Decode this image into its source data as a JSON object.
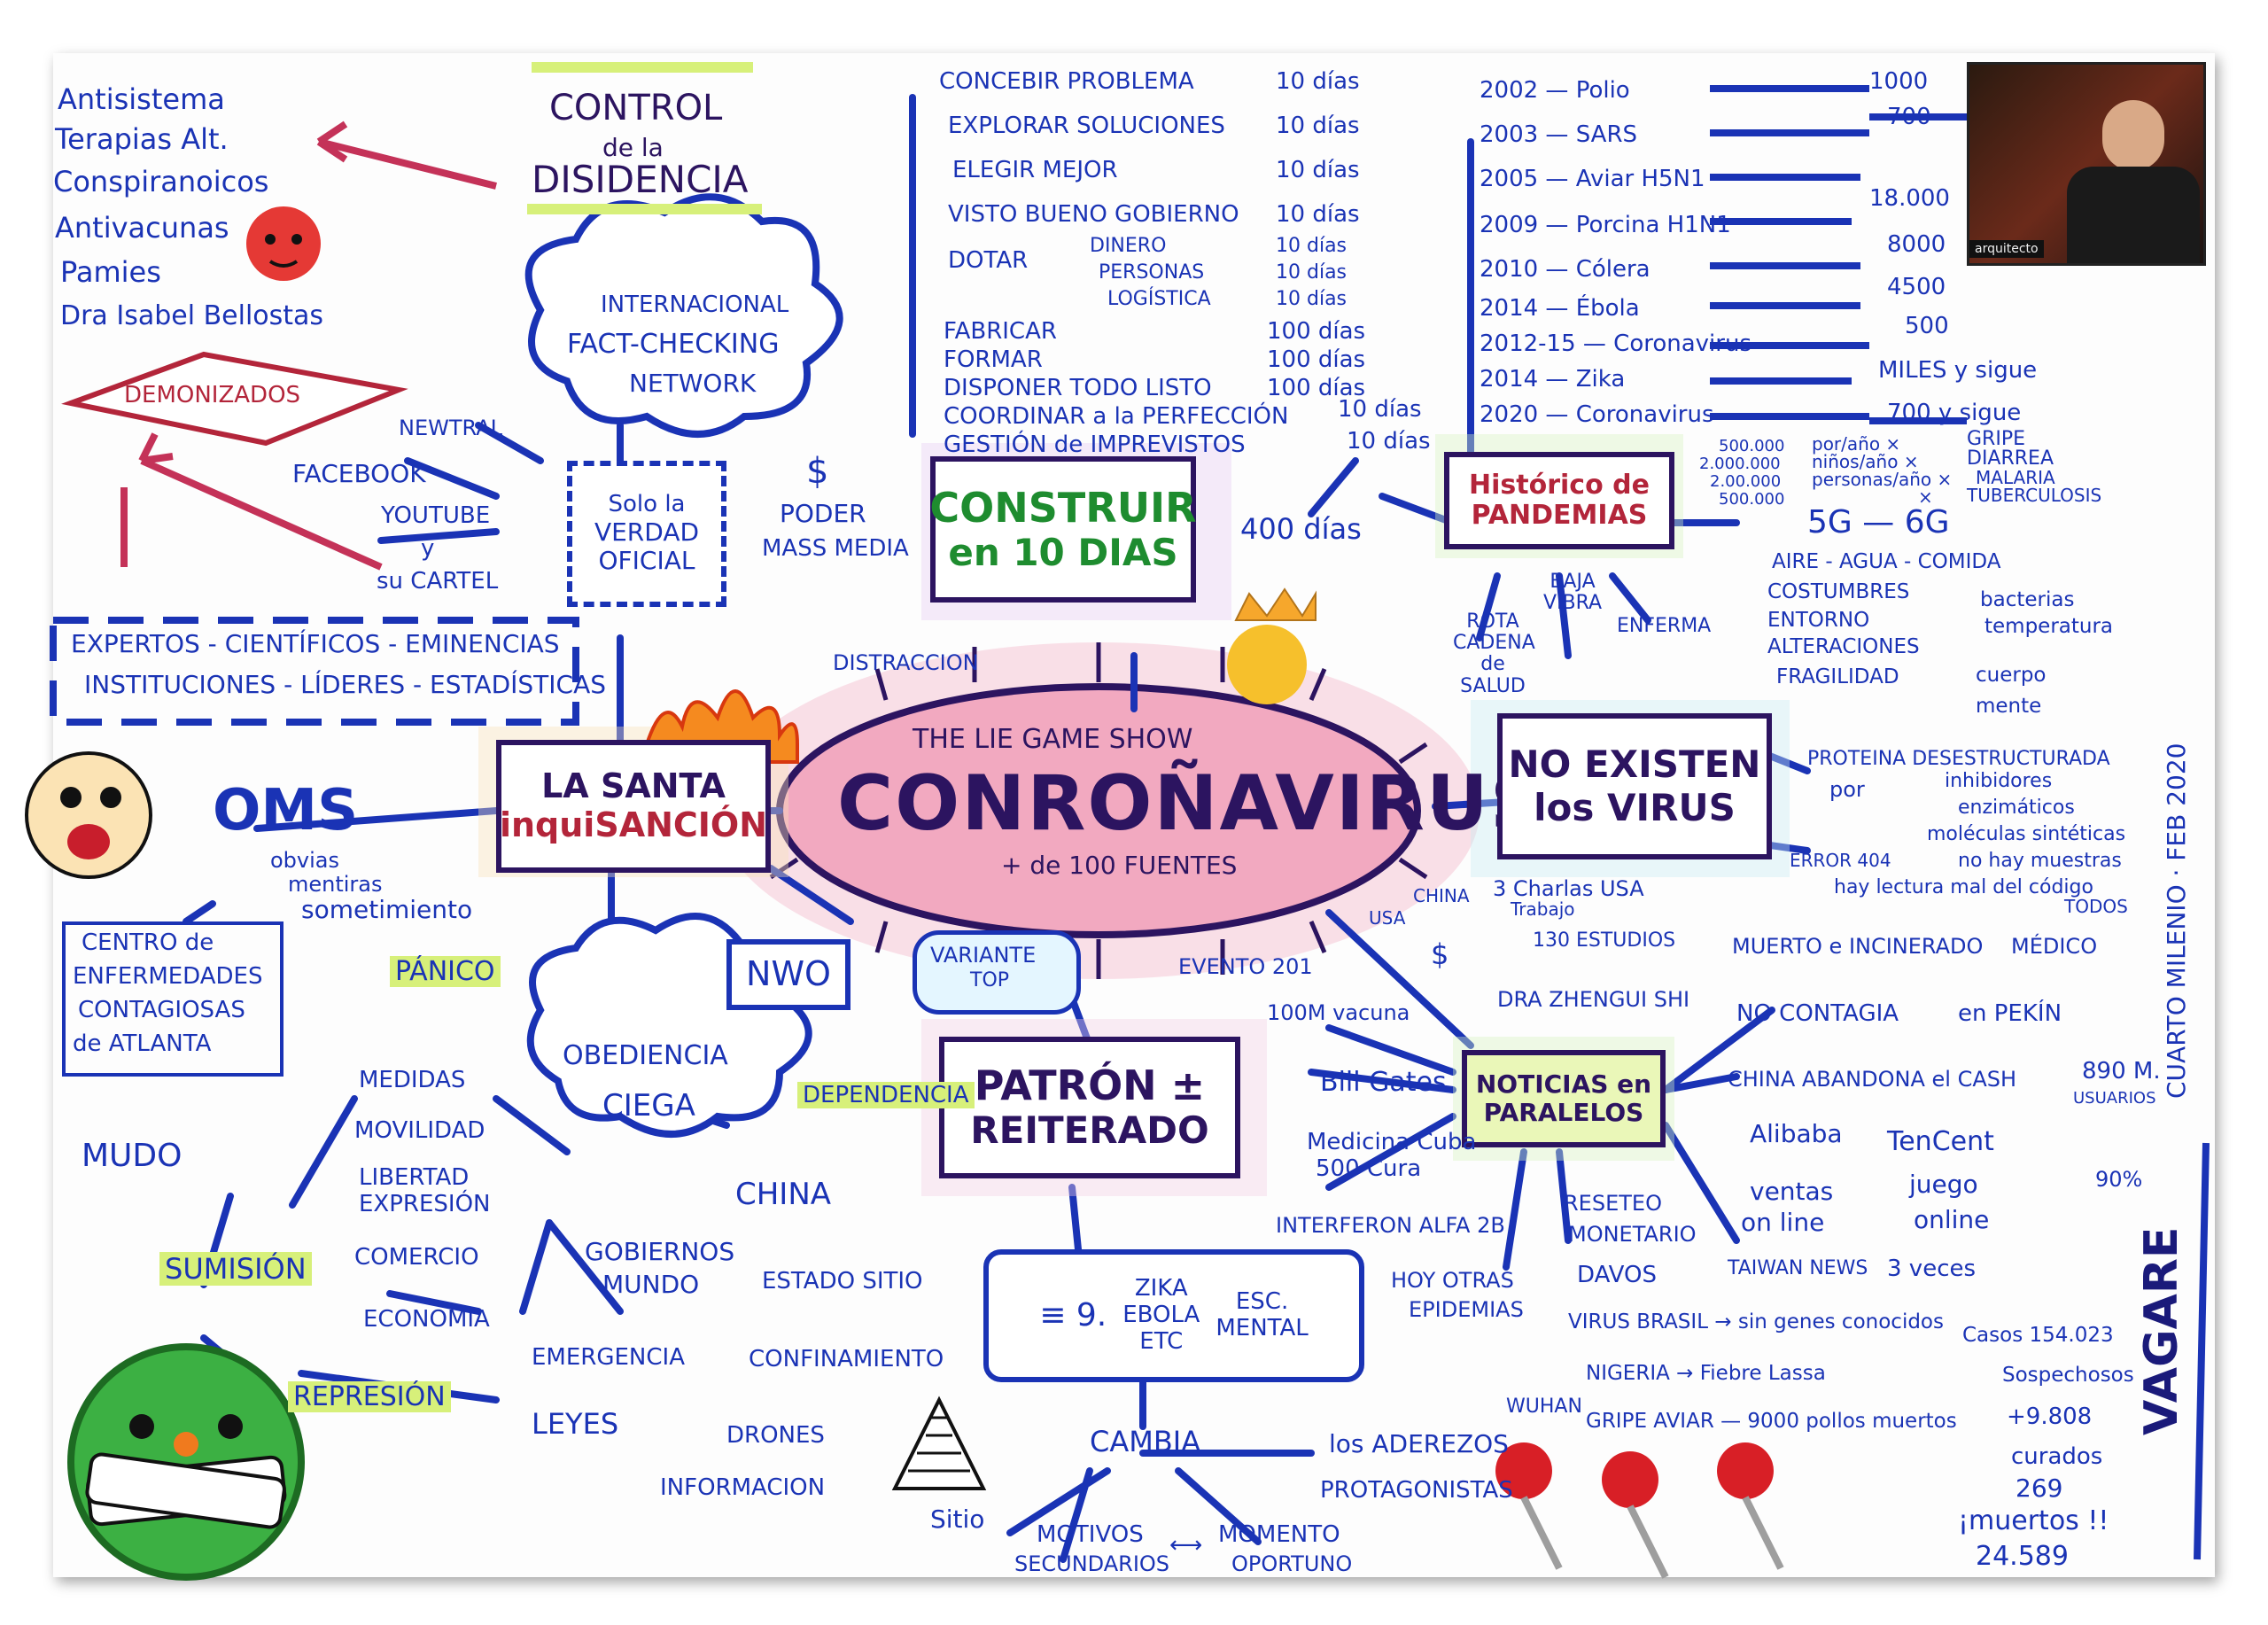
{
  "center": {
    "subtitle_top": "THE LIE GAME SHOW",
    "title": "CONROÑAVIRUS",
    "subtitle_bottom": "+ de 100 FUENTES"
  },
  "boxes": {
    "construir": [
      "CONSTRUIR",
      "en 10 DIAS"
    ],
    "santa": [
      "LA SANTA",
      "inquiSANCIÓN"
    ],
    "no_existen": [
      "NO EXISTEN",
      "los VIRUS"
    ],
    "patron": [
      "PATRÓN ±",
      "REITERADO"
    ],
    "historico": [
      "Histórico de",
      "PANDEMIAS"
    ],
    "noticias": [
      "NOTICIAS en",
      "PARALELOS"
    ],
    "verdad": [
      "Solo la",
      "VERDAD",
      "OFICIAL"
    ],
    "nwo": "NWO",
    "zika": [
      "≡ 9.",
      "ZIKA",
      "EBOLA",
      "ETC",
      "ESC.",
      "MENTAL"
    ]
  },
  "steps": [
    {
      "label": "CONCEBIR PROBLEMA",
      "days": "10 días"
    },
    {
      "label": "EXPLORAR SOLUCIONES",
      "days": "10 días"
    },
    {
      "label": "ELEGIR MEJOR",
      "days": "10 días"
    },
    {
      "label": "VISTO BUENO GOBIERNO",
      "days": "10 días"
    },
    {
      "label": "DOTAR",
      "days": "",
      "sub": [
        "DINERO",
        "PERSONAS",
        "LOGÍSTICA"
      ],
      "subdays": [
        "10 días",
        "10 días",
        "10 días"
      ]
    },
    {
      "label": "FABRICAR",
      "days": "100 días"
    },
    {
      "label": "FORMAR",
      "days": "100 días"
    },
    {
      "label": "DISPONER TODO LISTO",
      "days": "100 días"
    },
    {
      "label": "COORDINAR a la PERFECCIÓN",
      "days": "10 días"
    },
    {
      "label": "GESTIÓN de IMPREVISTOS",
      "days": "10 días"
    }
  ],
  "total_days": "400 días",
  "pandemics": [
    {
      "year": "2002 — Polio",
      "num": "1000"
    },
    {
      "year": "2003 — SARS",
      "num": "700"
    },
    {
      "year": "2005 — Aviar H5N1",
      "num": ""
    },
    {
      "year": "2009 — Porcina H1N1",
      "num": "18.000"
    },
    {
      "year": "2010 — Cólera",
      "num": "8000"
    },
    {
      "year": "2014 — Ébola",
      "num": "4500"
    },
    {
      "year": "2012-15 — Coronavirus",
      "num": "500"
    },
    {
      "year": "2014 — Zika",
      "num": "MILES y sigue"
    },
    {
      "year": "2020 — Coronavirus",
      "num": "700 y sigue"
    }
  ],
  "yearly": {
    "nums": [
      "500.000",
      "2.000.000",
      "2.00.000",
      "500.000"
    ],
    "cols": [
      "por/año ×",
      "niños/año ×",
      "personas/año ×",
      "×"
    ],
    "diseases": [
      "GRIPE",
      "DIARREA",
      "MALARIA",
      "TUBERCULOSIS"
    ],
    "fiveg": "5G — 6G"
  },
  "vibra": {
    "rota": "ROTA CADENA de SALUD",
    "baja": "BAJA VIBRA",
    "enferma": "ENFERMA",
    "causes": [
      "AIRE - AGUA - COMIDA",
      "COSTUMBRES",
      "ENTORNO",
      "ALTERACIONES",
      "FRAGILIDAD"
    ],
    "right": [
      "bacterias",
      "temperatura",
      "cuerpo",
      "mente"
    ]
  },
  "noexisten": {
    "proteina": "PROTEINA DESESTRUCTURADA",
    "por": "por",
    "inhib": [
      "inhibidores",
      "enzimáticos",
      "moléculas sintéticas"
    ],
    "error": "ERROR 404",
    "no_hay": "no hay muestras",
    "lectura": "hay lectura mal del código",
    "todos": "TODOS"
  },
  "left": {
    "list": [
      "Antisistema",
      "Terapias Alt.",
      "Conspiranoicos",
      "Antivacunas",
      "Pamies",
      "Dra Isabel Bellostas"
    ],
    "control": [
      "CONTROL",
      "de la",
      "DISIDENCIA"
    ],
    "demonizados": "DEMONIZADOS",
    "fact": [
      "INTERNACIONAL",
      "FACT-CHECKING",
      "NETWORK"
    ],
    "media": [
      "NEWTRAL",
      "FACEBOOK",
      "YOUTUBE",
      "y",
      "su CARTEL"
    ],
    "poder": [
      "$",
      "PODER",
      "MASS MEDIA"
    ],
    "expertos": [
      "EXPERTOS - CIENTÍFICOS - EMINENCIAS",
      "INSTITUCIONES - LÍDERES - ESTADÍSTICAS"
    ],
    "distraccion": "DISTRACCION",
    "oms": "OMS",
    "oms_sub": [
      "obvias",
      "mentiras",
      "sometimiento"
    ],
    "cdc": [
      "CENTRO de",
      "ENFERMEDADES",
      "CONTAGIOSAS",
      "de ATLANTA"
    ],
    "mudo": "MUDO",
    "panico": "PÁNICO",
    "obediencia": [
      "OBEDIENCIA",
      "CIEGA"
    ],
    "dependencia": "DEPENDENCIA",
    "medidas": [
      "MEDIDAS",
      "MOVILIDAD",
      "LIBERTAD",
      "EXPRESIÓN",
      "COMERCIO",
      "ECONOMIA"
    ],
    "sumision": "SUMISIÓN",
    "represion": "REPRESIÓN",
    "china": "CHINA",
    "gobiernos": [
      "GOBIERNOS",
      "MUNDO"
    ],
    "estado": "ESTADO SITIO",
    "confinamiento": "CONFINAMIENTO",
    "emergencia": "EMERGENCIA",
    "leyes": "LEYES",
    "drones": "DRONES",
    "informacion": "INFORMACION",
    "variante": [
      "VARIANTE",
      "TOP"
    ]
  },
  "bottom": {
    "cambia": "CAMBIA",
    "aderezos": "los ADEREZOS",
    "protagonistas": "PROTAGONISTAS",
    "sitio": "Sitio",
    "motivos": [
      "MOTIVOS",
      "SECUNDARIOS"
    ],
    "momento": [
      "MOMENTO",
      "OPORTUNO"
    ]
  },
  "right": {
    "china_usa": [
      "CHINA",
      "USA",
      "$"
    ],
    "charlas": [
      "3 Charlas USA",
      "Trabajo"
    ],
    "estudios": "130 ESTUDIOS",
    "dra": "DRA ZHENGUI SHI",
    "evento": "EVENTO 201",
    "vacuna": "100M vacuna",
    "gates": "Bill Gates",
    "cuba": [
      "Medicina Cuba",
      "500 Cura"
    ],
    "interferon": "INTERFERON ALFA 2B",
    "muerto": [
      "MUERTO e INCINERADO",
      "MÉDICO"
    ],
    "no_contagia": [
      "NO CONTAGIA",
      "en PEKÍN"
    ],
    "cash": [
      "CHINA ABANDONA el CASH",
      "890 M.",
      "USUARIOS"
    ],
    "alibaba": [
      "Alibaba",
      "ventas",
      "on line"
    ],
    "tencent": [
      "TenCent",
      "juego",
      "online"
    ],
    "pct": "90%",
    "taiwan": [
      "TAIWAN NEWS",
      "3 veces"
    ],
    "reseteo": [
      "RESETEO",
      "MONETARIO",
      "DAVOS"
    ],
    "hoy": [
      "HOY OTRAS",
      "EPIDEMIAS"
    ],
    "epidemias": [
      "VIRUS BRASIL → sin genes conocidos",
      "NIGERIA → Fiebre Lassa",
      "GRIPE AVIAR — 9000 pollos muertos"
    ],
    "wuhan": "WUHAN",
    "casos": [
      "Casos 154.023",
      "Sospechosos",
      "+9.808",
      "curados",
      "269",
      "¡muertos !!",
      "24.589"
    ],
    "vertical": "CUARTO MILENIO · FEB 2020",
    "signature": "VAGARE",
    "thumb_caption": "arquitecto"
  },
  "colors": {
    "blue": "#1a33b5",
    "purple": "#2c1460",
    "pink_glow": "#e8a0b8",
    "highlight": "#d7f07a",
    "red": "#c81e2c",
    "green_face": "#3cb043"
  }
}
